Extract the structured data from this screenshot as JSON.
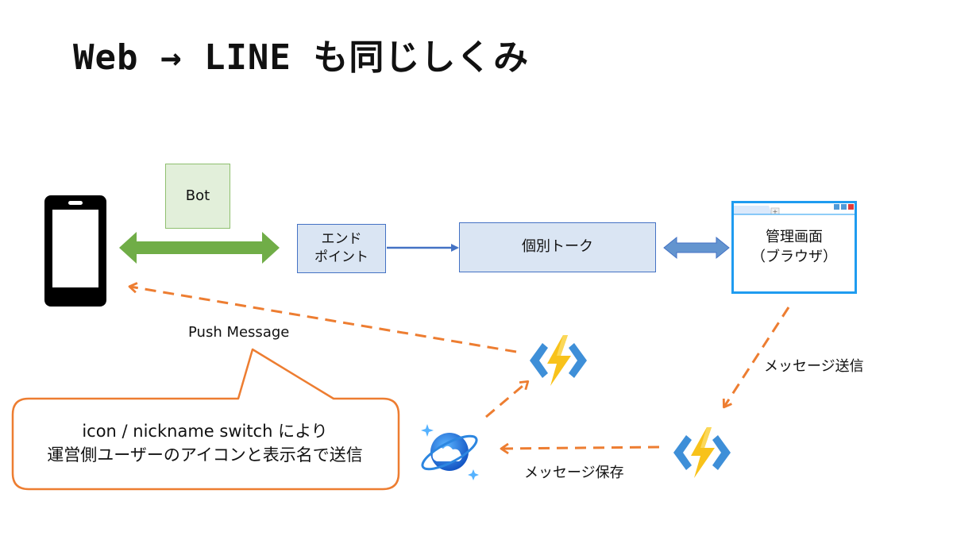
{
  "slide": {
    "title": "Web → LINE も同じしくみ"
  },
  "nodes": {
    "bot": "Bot",
    "endpoint": [
      "エンド",
      "ポイント"
    ],
    "individual_chat": "個別トーク",
    "admin_screen": [
      "管理画面",
      "（ブラウザ）"
    ]
  },
  "edges": {
    "push_message": "Push Message",
    "send_message": "メッセージ送信",
    "save_message": "メッセージ保存"
  },
  "callout": {
    "lines": [
      "icon / nickname switch により",
      "運営側ユーザーのアイコンと表示名で送信"
    ]
  },
  "colors": {
    "bot_fill": "#e2efda",
    "box_fill": "#dae5f3",
    "box_border": "#4472c4",
    "green_arrow": "#70ad47",
    "orange_dashed": "#ed7d31",
    "browser_border": "#1f9cf0"
  },
  "icons": {
    "phone": "smartphone-icon",
    "functions": "azure-functions-icon",
    "cosmos": "azure-cosmos-db-icon",
    "browser": "browser-window-icon"
  }
}
